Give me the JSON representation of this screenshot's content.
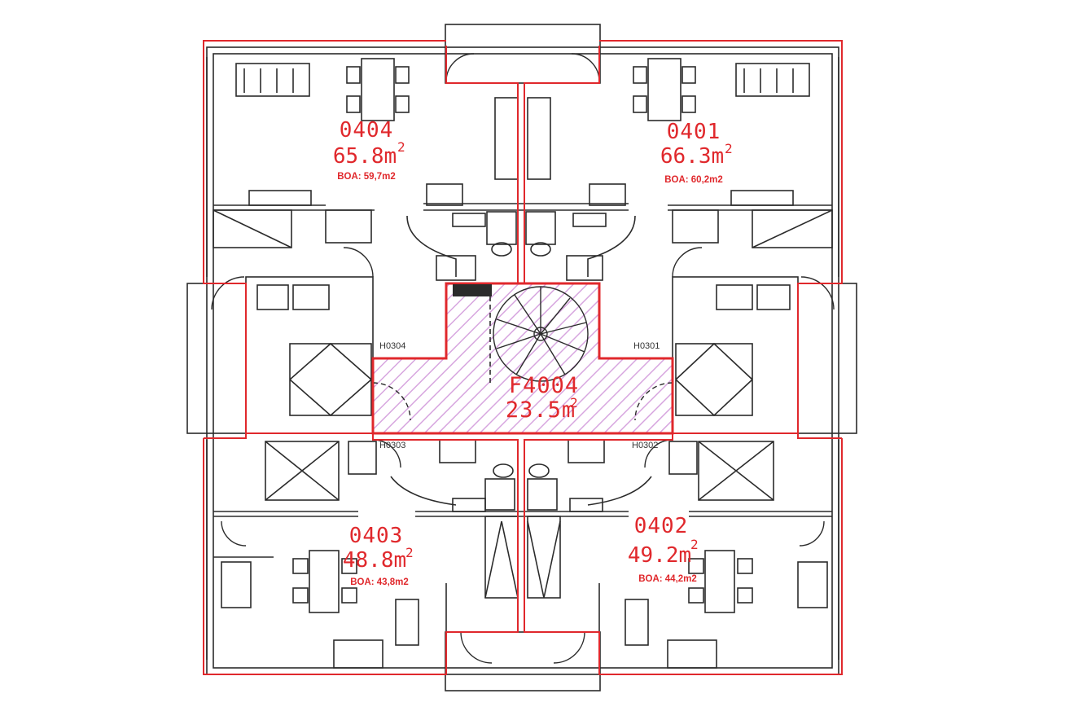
{
  "colors": {
    "wall": "#2b2b2b",
    "boundary": "#e0282c",
    "label": "#e0282c",
    "hatch": "#d7a6df",
    "tag": "#333333"
  },
  "apartments": [
    {
      "id": "0404",
      "area": "65.8m",
      "area_sup": "2",
      "boa": "BOA: 59,7m2"
    },
    {
      "id": "0401",
      "area": "66.3m",
      "area_sup": "2",
      "boa": "BOA: 60,2m2"
    },
    {
      "id": "0403",
      "area": "48.8m",
      "area_sup": "2",
      "boa": "BOA: 43,8m2"
    },
    {
      "id": "0402",
      "area": "49.2m",
      "area_sup": "2",
      "boa": "BOA: 44,2m2"
    }
  ],
  "core": {
    "id": "F4004",
    "area": "23.5m",
    "area_sup": "2"
  },
  "door_tags": [
    "H0304",
    "H0301",
    "H0303",
    "H0302"
  ]
}
